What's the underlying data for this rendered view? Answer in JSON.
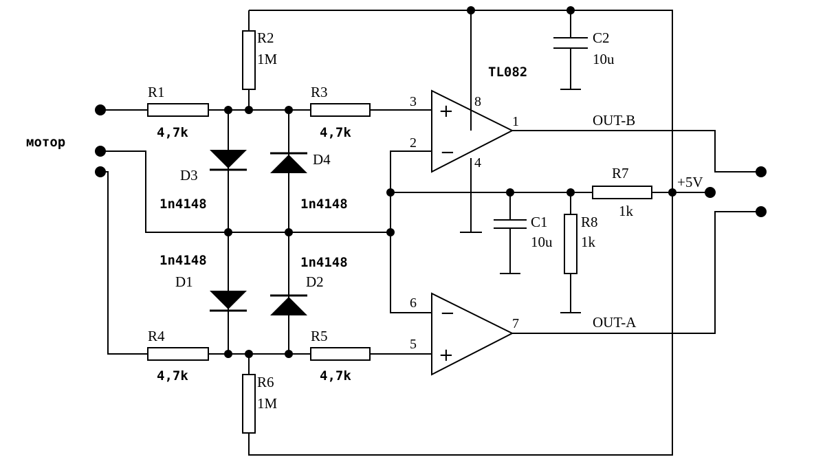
{
  "labels": {
    "motor": "мотор",
    "r1": "R1",
    "r1_val": "4,7k",
    "r2": "R2",
    "r2_val": "1M",
    "r3": "R3",
    "r3_val": "4,7k",
    "r4": "R4",
    "r4_val": "4,7k",
    "r5": "R5",
    "r5_val": "4,7k",
    "r6": "R6",
    "r6_val": "1M",
    "r7": "R7",
    "r7_val": "1k",
    "r8": "R8",
    "r8_val": "1k",
    "c1": "C1",
    "c1_val": "10u",
    "c2": "C2",
    "c2_val": "10u",
    "d1": "D1",
    "d1_type": "1n4148",
    "d2": "D2",
    "d2_type": "1n4148",
    "d3": "D3",
    "d3_type": "1n4148",
    "d4": "D4",
    "d4_type": "1n4148",
    "ic": "TL082",
    "out_b": "OUT-B",
    "out_a": "OUT-A",
    "vcc": "+5V"
  },
  "opamp_a": {
    "pin_plus": "3",
    "pin_minus": "2",
    "pin_out": "1",
    "pin_vcc": "8",
    "pin_gnd": "4",
    "sign_plus": "+",
    "sign_minus": "−"
  },
  "opamp_b": {
    "pin_minus": "6",
    "pin_plus": "5",
    "pin_out": "7",
    "sign_plus": "+",
    "sign_minus": "−"
  }
}
